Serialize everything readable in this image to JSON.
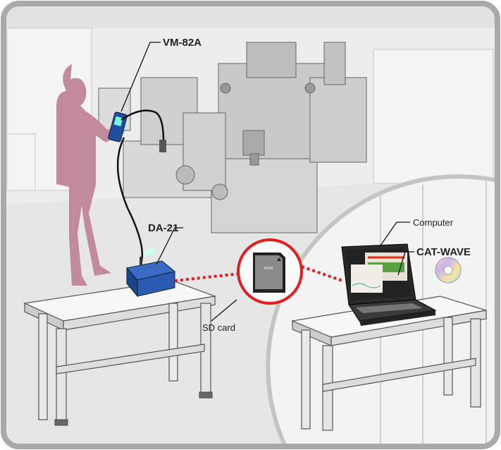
{
  "labels": {
    "vibration_meter": "VM-82A",
    "data_recorder": "DA-21",
    "sd_card": "SD card",
    "computer": "Computer",
    "software": "CAT-WAVE"
  },
  "logo": {
    "sd_card_brand": "RION"
  },
  "colors": {
    "person": "#c28b9b",
    "connection": "#e02020",
    "device_blue": "#2a5bb0",
    "frame": "#a9a9a9"
  }
}
